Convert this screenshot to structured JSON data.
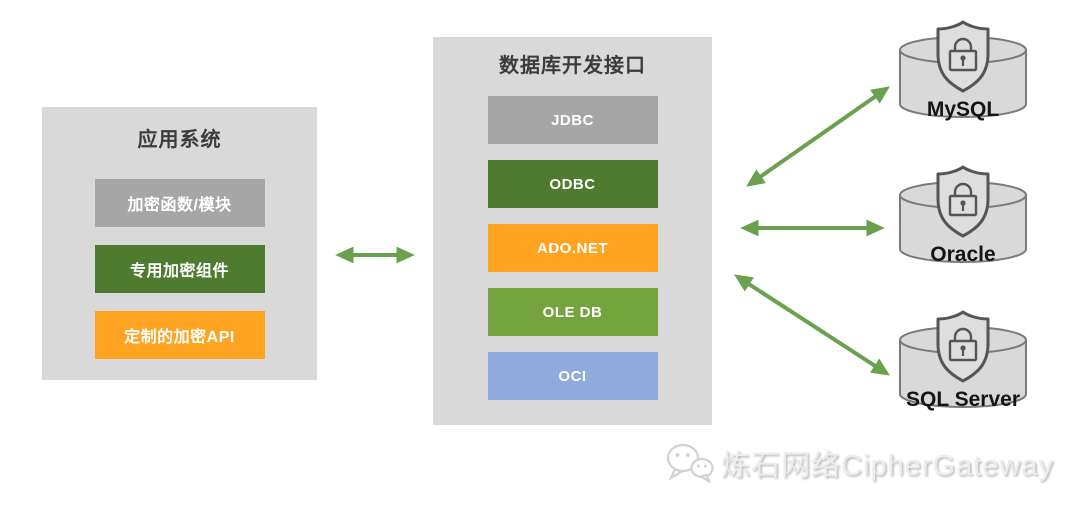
{
  "diagram": {
    "app_system": {
      "title": "应用系统",
      "items": [
        {
          "label": "加密函数/模块",
          "color": "#a6a6a6"
        },
        {
          "label": "专用加密组件",
          "color": "#4e7b30"
        },
        {
          "label": "定制的加密API",
          "color": "#ffa321"
        }
      ]
    },
    "db_interface": {
      "title": "数据库开发接口",
      "items": [
        {
          "label": "JDBC",
          "color": "#a6a6a6"
        },
        {
          "label": "ODBC",
          "color": "#4e7b30"
        },
        {
          "label": "ADO.NET",
          "color": "#ffa321"
        },
        {
          "label": "OLE DB",
          "color": "#75a43e"
        },
        {
          "label": "OCI",
          "color": "#8faadc"
        }
      ]
    },
    "databases": [
      {
        "label": "MySQL"
      },
      {
        "label": "Oracle"
      },
      {
        "label": "SQL Server"
      }
    ],
    "panel_bg": "#d9d9d9",
    "arrow_color": "#6aa04e",
    "watermark": {
      "text": "炼石网络CipherGateway"
    }
  }
}
